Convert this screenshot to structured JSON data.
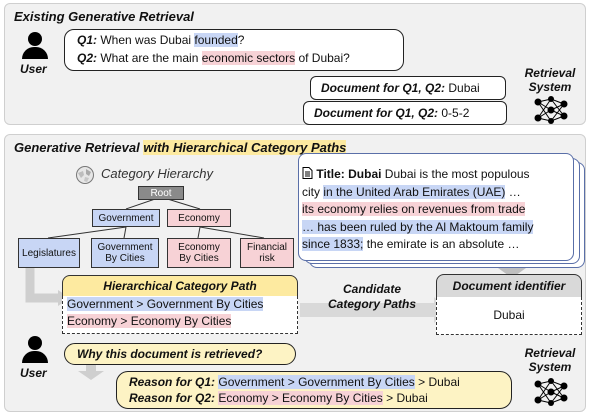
{
  "top": {
    "title": "Existing Generative Retrieval",
    "user_label": "User",
    "q1_label": "Q1:",
    "q1_pre": " When was Dubai ",
    "q1_hl": "founded",
    "q1_post": "?",
    "q2_label": "Q2:",
    "q2_pre": " What are the main ",
    "q2_hl": "economic sectors",
    "q2_post": " of Dubai?",
    "doc1_label": "Document for Q1, Q2:",
    "doc1_value": " Dubai",
    "doc2_label": "Document for Q1, Q2:",
    "doc2_value": " 0-5-2",
    "system_line1": "Retrieval",
    "system_line2": "System"
  },
  "bottom": {
    "title_pre": "Generative Retrieval ",
    "title_hl": "with Hierarchical Category Paths",
    "hierarchy_title": "Category Hierarchy",
    "categories": {
      "root": "Root",
      "government": "Government",
      "economy": "Economy",
      "legislatures": "Legislatures",
      "gov_by_cities_1": "Government",
      "gov_by_cities_2": "By Cities",
      "eco_by_cities_1": "Economy",
      "eco_by_cities_2": "By Cities",
      "fin_risk_1": "Financial",
      "fin_risk_2": "risk"
    },
    "document": {
      "title_label": "Title: Dubai",
      "line1_rest": " Dubai is the most populous",
      "line2_pre": "city ",
      "line2_hl": "in the United Arab Emirates (UAE)",
      "line2_post": "  …",
      "line3_hl": "its economy relies on revenues from trade",
      "line4_hl": "… has been ruled by the Al Maktoum family",
      "line5_hl": "since 1833;",
      "line5_post": " the emirate is an absolute …"
    },
    "doc_identifier_title": "Document identifier",
    "doc_identifier_value": "Dubai",
    "hcp_title": "Hierarchical Category Path",
    "hcp_line1": "Government > Government By Cities",
    "hcp_line2": "Economy > Economy By Cities",
    "candidate_line1": "Candidate",
    "candidate_line2": "Category Paths",
    "user_label": "User",
    "why_question": "Why this document is retrieved?",
    "system_line1": "Retrieval",
    "system_line2": "System",
    "r1_label": "Reason for Q1:",
    "r1_hl": "Government > Government By Cities",
    "r1_post": " > Dubai",
    "r2_label": "Reason for Q2:",
    "r2_hl": "Economy > Economy By Cities",
    "r2_post": " > Dubai"
  },
  "colors": {
    "highlight_blue": "#c8d6f5",
    "highlight_pink": "#f7d2d6",
    "highlight_yellow": "#fdeaa0",
    "root_gray": "#8a8a8a"
  }
}
